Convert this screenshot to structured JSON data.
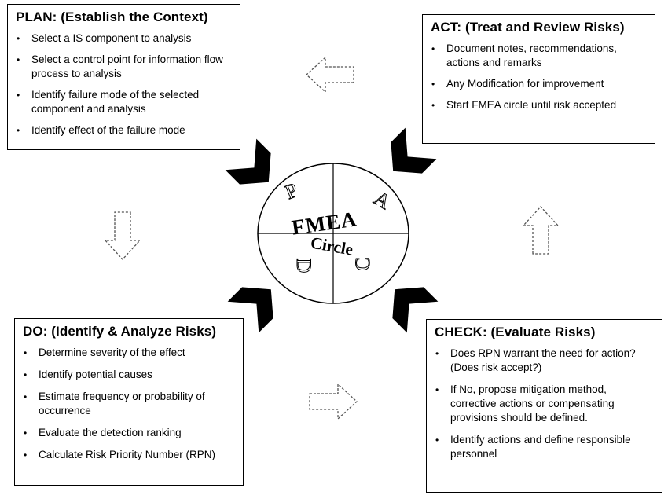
{
  "plan": {
    "title": "PLAN: (Establish the Context)",
    "items": [
      "Select a IS component to analysis",
      "Select a control point for information flow process to analysis",
      "Identify failure mode of the selected component and analysis",
      "Identify effect of the failure mode"
    ]
  },
  "act": {
    "title": "ACT: (Treat and Review Risks)",
    "items": [
      "Document notes, recommendations, actions and remarks",
      "Any Modification for improvement",
      "Start FMEA circle until risk accepted"
    ]
  },
  "do": {
    "title": "DO: (Identify & Analyze Risks)",
    "items": [
      "Determine severity of the effect",
      "Identify potential causes",
      "Estimate frequency or probability of occurrence",
      "Evaluate the detection ranking",
      "Calculate Risk Priority Number (RPN)"
    ]
  },
  "check": {
    "title": "CHECK: (Evaluate Risks)",
    "items": [
      "Does RPN warrant the need for action? (Does risk accept?)",
      "If No, propose mitigation method, corrective actions or compensating provisions should be defined.",
      "Identify actions and define responsible personnel"
    ]
  },
  "circle": {
    "title": "FMEA",
    "subtitle": "Circle",
    "quadrants": {
      "p": "P",
      "a": "A",
      "c": "C",
      "d": "D"
    }
  }
}
